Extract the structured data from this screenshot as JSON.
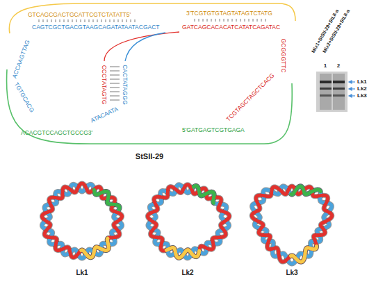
{
  "diagram": {
    "labels": [
      "GTCAGCGACTGCATTCGTCTATATT5'",
      "3'TCGTGTGTAGTATAGTCTATG",
      "CAGTCGCTGACGTAAGCAGATATAATACGACT",
      "GATCAGCACACATCATATCAGATAC",
      "ACCAAGTTAG",
      "CCCTATAGTG",
      "CACTATAGGG",
      "GCGGGTTC",
      "TGTGCACG",
      "ATACAATA",
      "TCGTAGCTAGCTCACG",
      "ACACGTCCAGCTGCCG3'",
      "5'GATGAGTCGTGAGA",
      "StSII-29",
      "Mix1+StSII-29+StLII-a",
      "Mix2+StSII-29+StLII-a",
      "1",
      "2",
      "Lk1",
      "Lk2",
      "Lk3",
      "Lk1",
      "Lk2",
      "Lk3"
    ]
  }
}
